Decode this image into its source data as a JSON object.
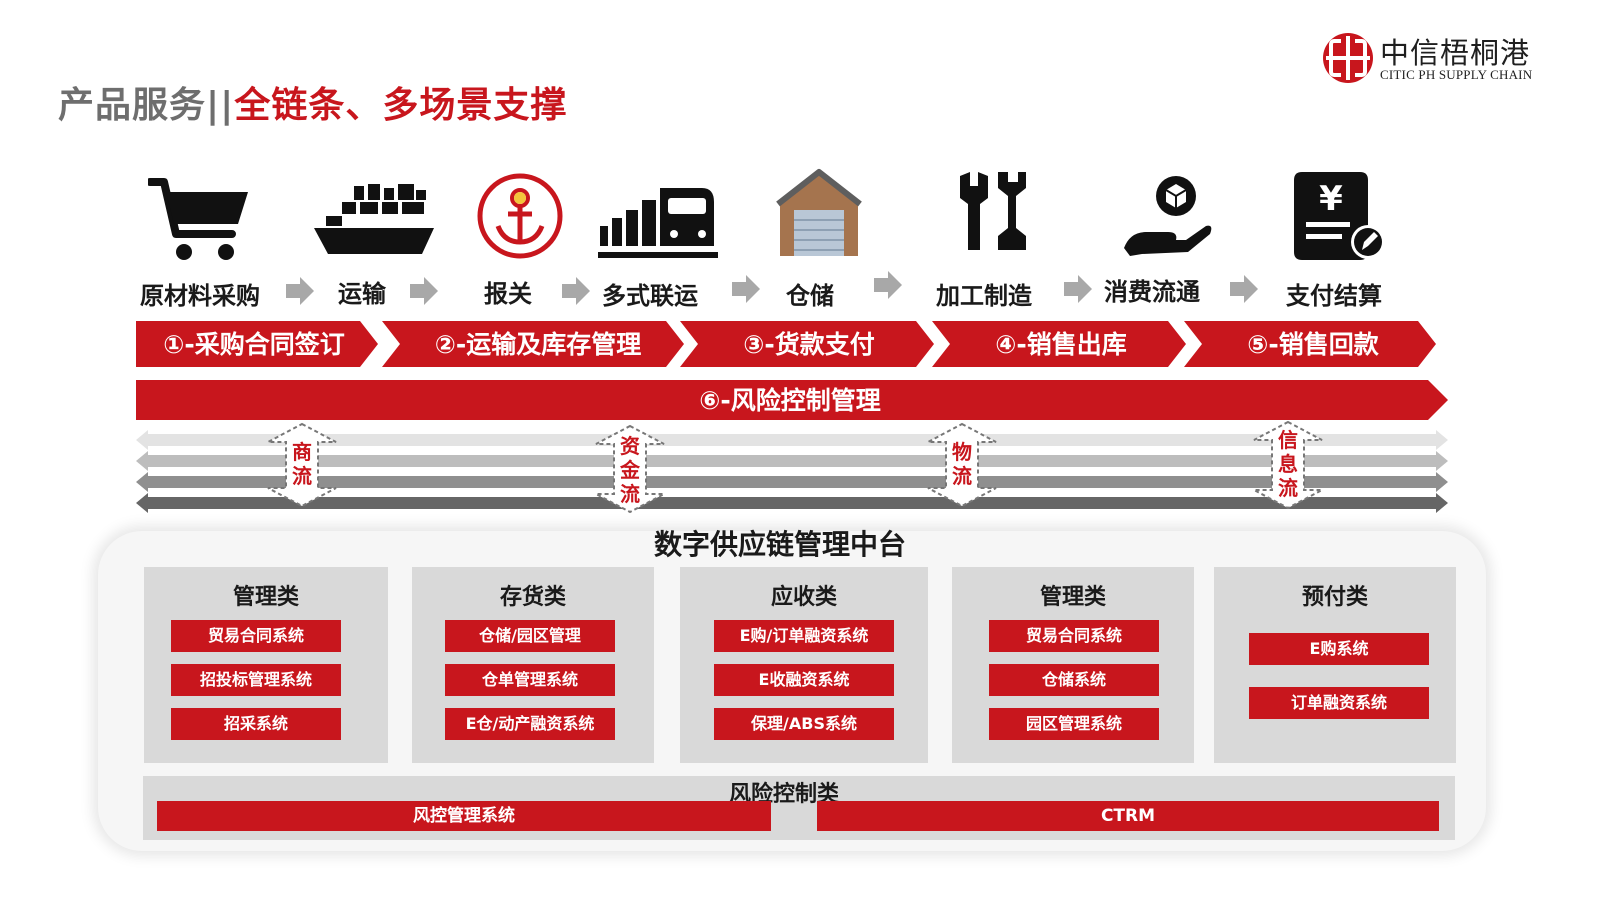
{
  "header": {
    "title_prefix": "产品服务||",
    "title_main": "全链条、多场景支撑",
    "logo_cn": "中信梧桐港",
    "logo_en": "CITIC PH SUPPLY CHAIN"
  },
  "steps": [
    {
      "label": "原材料采购",
      "icon": "shopping-cart-icon"
    },
    {
      "label": "运输",
      "icon": "cargo-ship-icon"
    },
    {
      "label": "报关",
      "icon": "anchor-icon"
    },
    {
      "label": "多式联运",
      "icon": "train-icon"
    },
    {
      "label": "仓储",
      "icon": "warehouse-icon"
    },
    {
      "label": "加工制造",
      "icon": "tools-icon"
    },
    {
      "label": "消费流通",
      "icon": "hand-box-icon"
    },
    {
      "label": "支付结算",
      "icon": "payment-document-icon"
    }
  ],
  "phases": [
    "①-采购合同签订",
    "②-运输及库存管理",
    "③-货款支付",
    "④-销售出库",
    "⑤-销售回款"
  ],
  "risk_bar": "⑥-风险控制管理",
  "flows": [
    {
      "chars": [
        "商",
        "流"
      ]
    },
    {
      "chars": [
        "资",
        "金",
        "流"
      ]
    },
    {
      "chars": [
        "物",
        "流"
      ]
    },
    {
      "chars": [
        "信",
        "息",
        "流"
      ]
    }
  ],
  "platform": {
    "title": "数字供应链管理中台",
    "categories": [
      {
        "title": "管理类",
        "systems": [
          "贸易合同系统",
          "招投标管理系统",
          "招采系统"
        ]
      },
      {
        "title": "存货类",
        "systems": [
          "仓储/园区管理",
          "仓单管理系统",
          "E仓/动产融资系统"
        ]
      },
      {
        "title": "应收类",
        "systems": [
          "E购/订单融资系统",
          "E收融资系统",
          "保理/ABS系统"
        ]
      },
      {
        "title": "管理类",
        "systems": [
          "贸易合同系统",
          "仓储系统",
          "园区管理系统"
        ]
      },
      {
        "title": "预付类",
        "systems": [
          "E购系统",
          "订单融资系统"
        ]
      }
    ],
    "risk_category": {
      "title": "风险控制类",
      "systems": [
        "风控管理系统",
        "CTRM"
      ]
    }
  },
  "colors": {
    "brand_red": "#c8161d",
    "panel_gray": "#d9d9d9",
    "text_dark": "#1a1a1a",
    "title_gray": "#6e6e6e"
  }
}
